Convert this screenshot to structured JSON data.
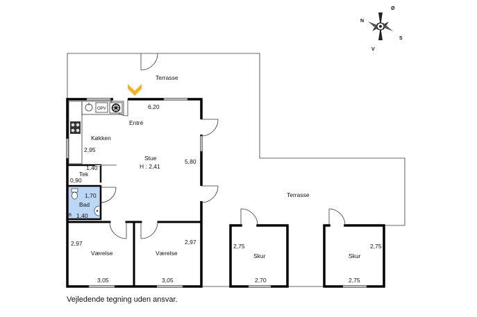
{
  "rooms": {
    "terrasse_top": "Terrasse",
    "terrasse_right": "Terrasse",
    "entre": "Entré",
    "kokken": "Køkken",
    "stue": "Stue",
    "stue_height": "H : 2,41",
    "tek": "Tek",
    "bad": "Bad",
    "vaerelse_left": "Værelse",
    "vaerelse_right": "Værelse",
    "skur_left": "Skur",
    "skur_right": "Skur"
  },
  "dimensions": {
    "entre_width": "6,20",
    "stue_depth": "5,80",
    "kokken_depth": "2,95",
    "tek_width": "1,40",
    "tek_depth": "0,90",
    "bad_depth": "1,70",
    "bad_width": "1,40",
    "vaerelse_left_depth": "2,97",
    "vaerelse_left_width": "3,05",
    "vaerelse_right_depth": "2,97",
    "vaerelse_right_width": "3,05",
    "skur_left_depth": "2,75",
    "skur_left_width": "2,70",
    "skur_right_depth": "2,75",
    "skur_right_width": "2,75"
  },
  "fixtures": {
    "opv": "OPV"
  },
  "compass": {
    "n": "N",
    "o": "Ø",
    "s": "S",
    "v": "V"
  },
  "colors": {
    "entrance_marker": "#f0b429",
    "bathroom_fill": "#bcd6f5"
  },
  "caption": "Vejledende tegning uden ansvar."
}
